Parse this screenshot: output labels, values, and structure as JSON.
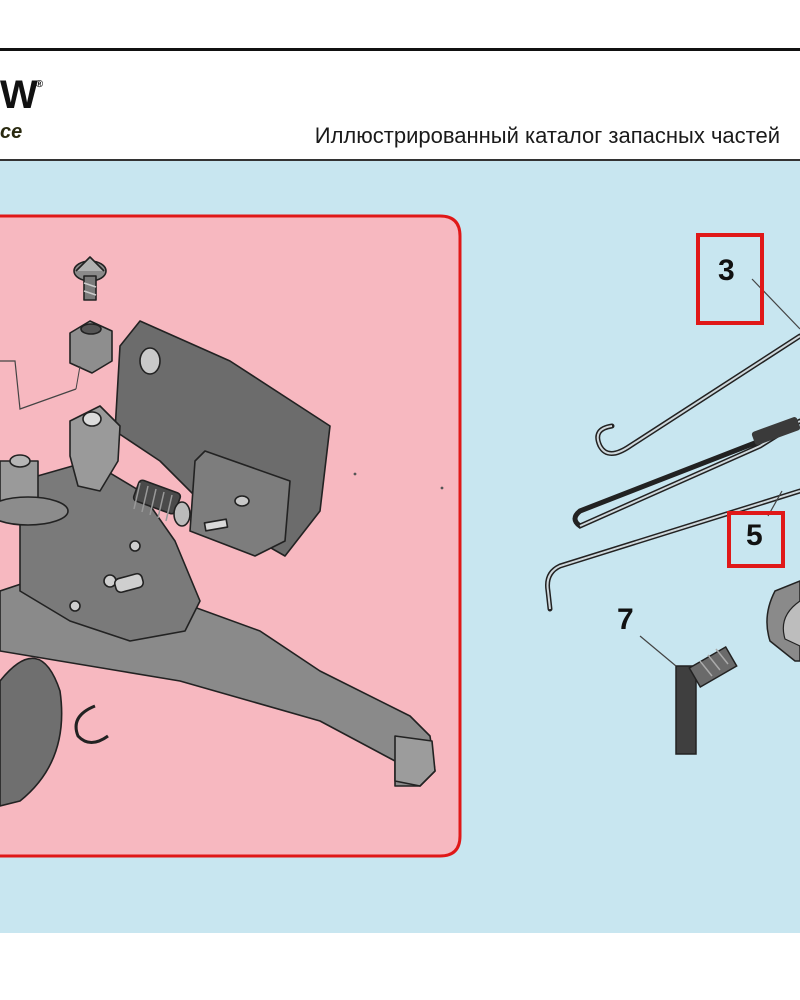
{
  "header": {
    "logo_text": "W",
    "logo_mark": "®",
    "logo_tagline": "ce",
    "title": "Иллюстрированный каталог запасных частей"
  },
  "callouts": {
    "c3": "3",
    "c5": "5",
    "c7": "7"
  },
  "colors": {
    "background_panel": "#c8e6f0",
    "highlight_fill": "#f7b8c0",
    "highlight_border": "#e01818",
    "part_gray": "#7a7a7a"
  }
}
